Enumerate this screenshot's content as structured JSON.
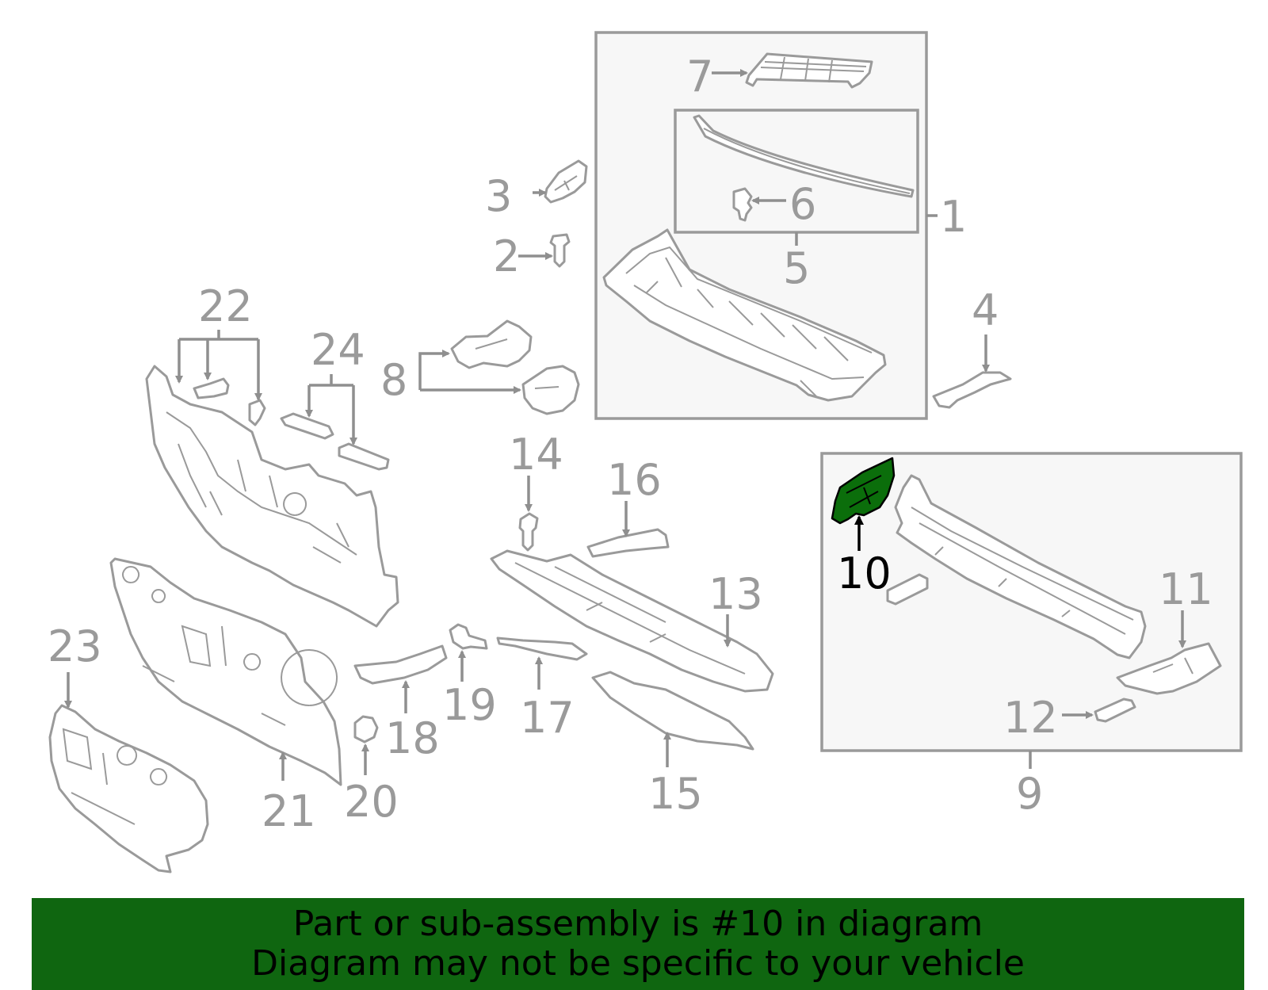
{
  "diagram": {
    "callouts": {
      "c1": "1",
      "c2": "2",
      "c3": "3",
      "c4": "4",
      "c5": "5",
      "c6": "6",
      "c7": "7",
      "c8": "8",
      "c9": "9",
      "c10": "10",
      "c11": "11",
      "c12": "12",
      "c13": "13",
      "c14": "14",
      "c15": "15",
      "c16": "16",
      "c17": "17",
      "c18": "18",
      "c19": "19",
      "c20": "20",
      "c21": "21",
      "c22": "22",
      "c23": "23",
      "c24": "24"
    },
    "highlighted_part": "10",
    "colors": {
      "line_gray": "#9a9a9a",
      "highlight_fill": "#0b6e0b",
      "banner_green": "#0f6610"
    }
  },
  "banner": {
    "line1": "Part or sub-assembly is #10 in diagram",
    "line2": "Diagram may not be specific to your vehicle"
  }
}
